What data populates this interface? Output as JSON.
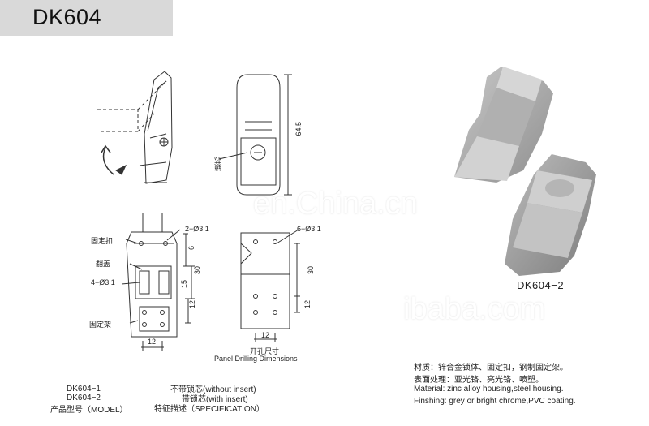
{
  "title": "DK604",
  "labels": {
    "fixing_buckle": "固定扣",
    "flip_cover": "翻盖",
    "fixing_frame": "固定架",
    "lock_cylinder": "锁芯",
    "holes_2": "2−Ø3.1",
    "holes_4": "4−Ø3.1",
    "holes_6": "6−Ø3.1"
  },
  "dimensions": {
    "height_64_5": "64.5",
    "width_12_left": "12",
    "width_12_right": "12",
    "dim_6": "6",
    "dim_30_left": "30",
    "dim_15": "15",
    "dim_12_left": "12",
    "dim_30_right": "30",
    "dim_12_right": "12"
  },
  "panel_drilling": {
    "cn": "开孔尺寸",
    "en": "Panel Drilling Dimensions"
  },
  "photo_caption": "DK604−2",
  "models": {
    "model_1": "DK604−1",
    "model_2": "DK604−2",
    "model_label": "产品型号（MODEL）"
  },
  "specification": {
    "without_insert": "不带锁芯(without insert)",
    "with_insert": "带锁芯(with insert)",
    "label": "特征描述（SPECIFICATION）"
  },
  "materials": {
    "material_cn": "材质：锌合金锁体、固定扣，钢制固定架。",
    "surface_cn": "表面处理：亚光铬、亮光铬、喷塑。",
    "material_en": "Material: zinc alloy housing,steel housing.",
    "finishing_en": "Finshing: grey or bright chrome,PVC coating."
  },
  "watermarks": {
    "wm1": "en.China.cn",
    "wm2": "ibaba.com"
  }
}
